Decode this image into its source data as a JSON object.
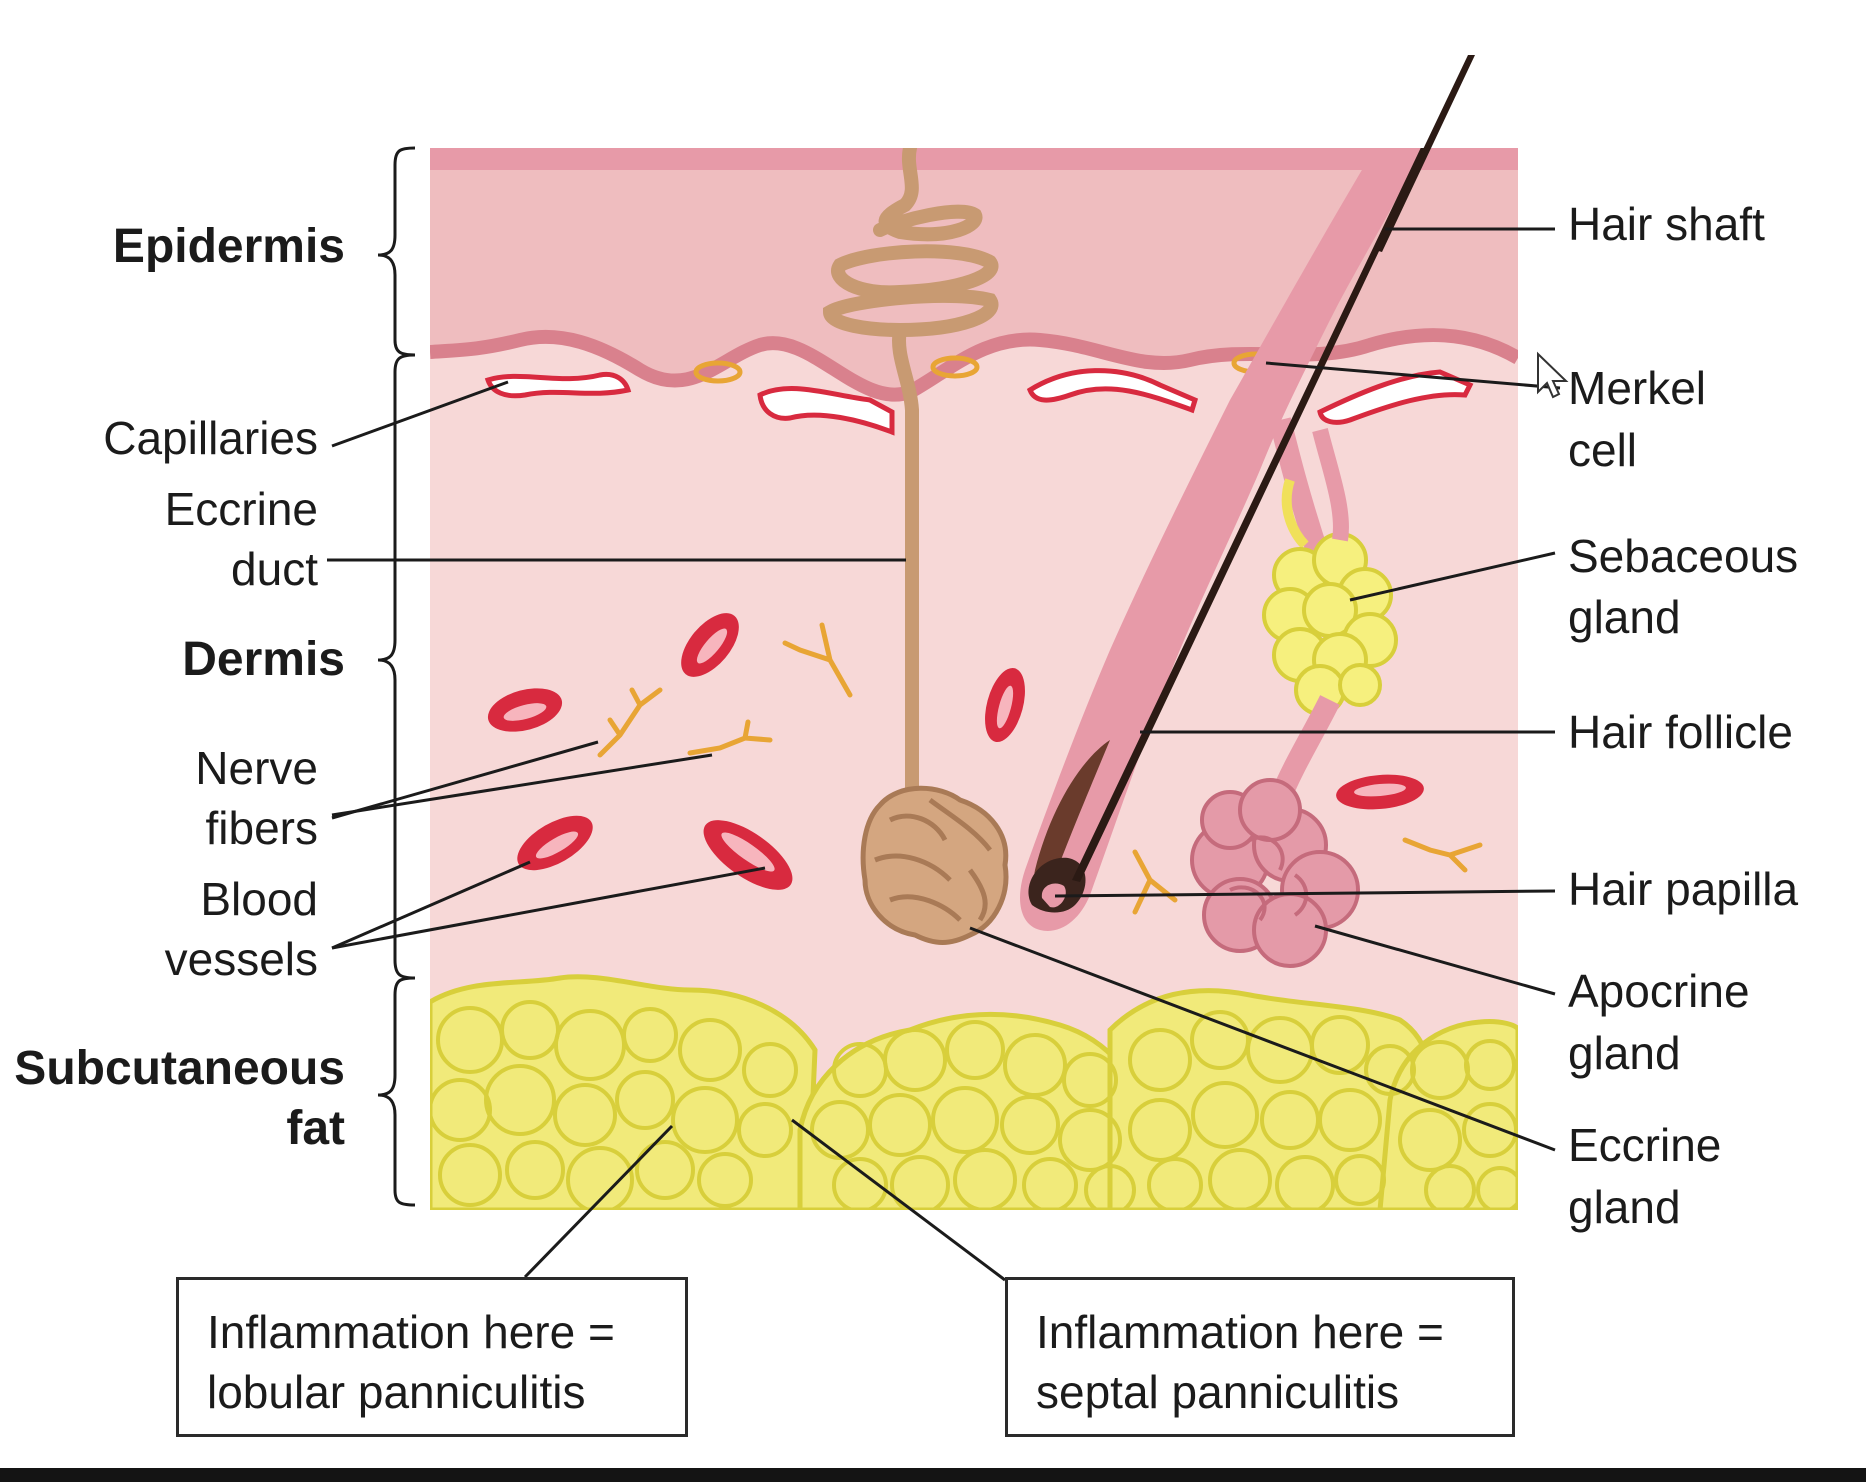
{
  "layers": {
    "epidermis": "Epidermis",
    "dermis": "Dermis",
    "subcutaneous_line1": "Subcutaneous",
    "subcutaneous_line2": "fat"
  },
  "left_labels": {
    "capillaries": "Capillaries",
    "eccrine_duct_line1": "Eccrine",
    "eccrine_duct_line2": "duct",
    "nerve_fibers_line1": "Nerve",
    "nerve_fibers_line2": "fibers",
    "blood_vessels_line1": "Blood",
    "blood_vessels_line2": "vessels"
  },
  "right_labels": {
    "hair_shaft": "Hair shaft",
    "merkel_line1": "Merkel",
    "merkel_line2": "cell",
    "sebaceous_line1": "Sebaceous",
    "sebaceous_line2": "gland",
    "hair_follicle": "Hair follicle",
    "hair_papilla": "Hair papilla",
    "apocrine_line1": "Apocrine",
    "apocrine_line2": "gland",
    "eccrine_gland_line1": "Eccrine",
    "eccrine_gland_line2": "gland"
  },
  "notes": {
    "lobular_line1": "Inflammation here =",
    "lobular_line2": "lobular panniculitis",
    "septal_line1": "Inflammation here =",
    "septal_line2": "septal panniculitis"
  },
  "colors": {
    "epidermis": "#efbdbf",
    "dermis": "#f7d8d7",
    "skin_line": "#d9818d",
    "fat": "#f1ea7a",
    "fat_outline": "#d8cf3b",
    "blood": "#d82a3f",
    "nerve": "#e8a535",
    "duct": "#c89a72",
    "hair": "#3b241d",
    "apocrine": "#e49aa8"
  }
}
